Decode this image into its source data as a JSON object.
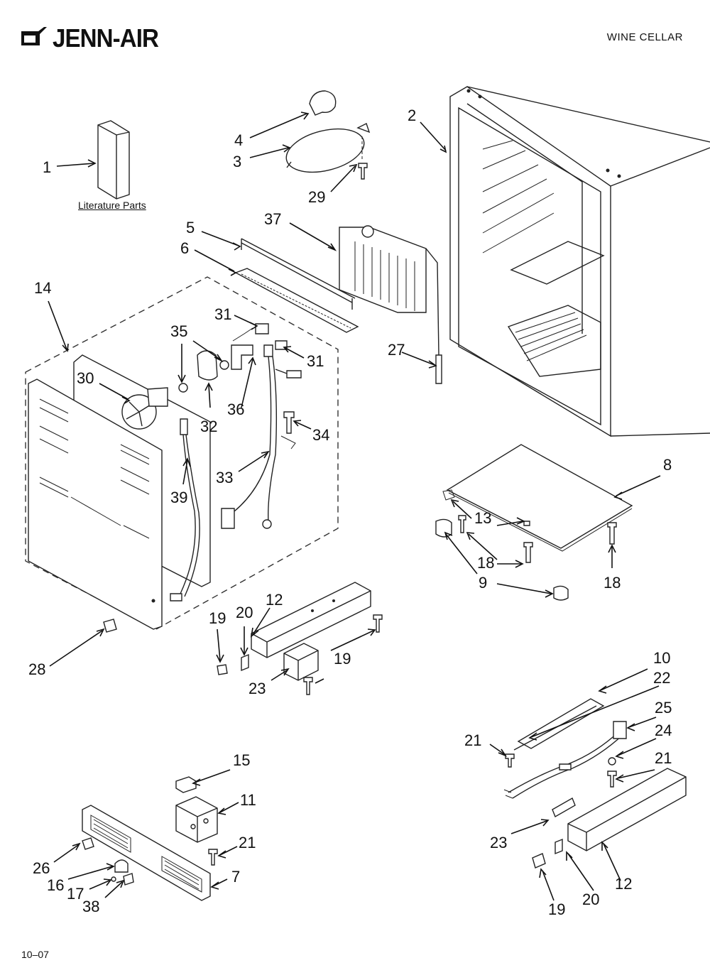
{
  "header": {
    "brand": "JENN-AIR",
    "title": "WINE CELLAR"
  },
  "literature_label": "Literature Parts",
  "footer": {
    "code": "10–07"
  },
  "callouts": [
    "1",
    "2",
    "3",
    "4",
    "29",
    "37",
    "5",
    "6",
    "14",
    "31",
    "35",
    "30",
    "36",
    "32",
    "31",
    "34",
    "27",
    "39",
    "33",
    "8",
    "13",
    "18",
    "9",
    "18",
    "12",
    "19",
    "20",
    "28",
    "19",
    "23",
    "10",
    "22",
    "25",
    "24",
    "21",
    "21",
    "23",
    "12",
    "20",
    "19",
    "15",
    "11",
    "21",
    "26",
    "16",
    "17",
    "38",
    "7"
  ]
}
